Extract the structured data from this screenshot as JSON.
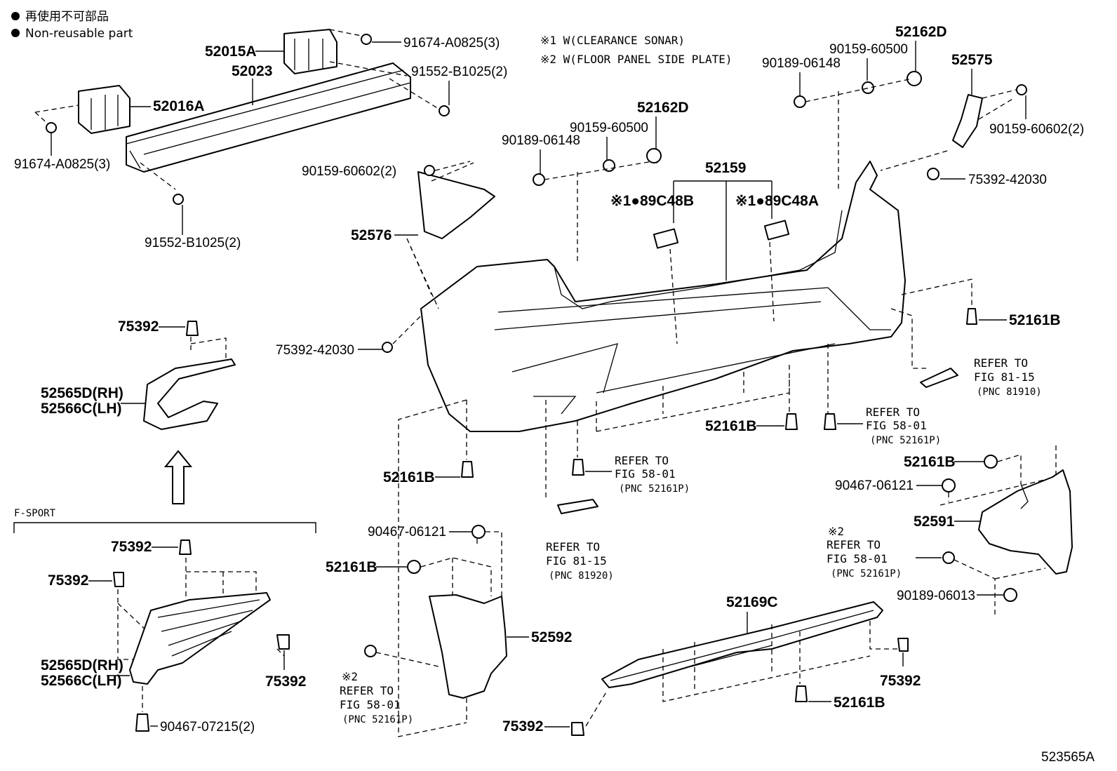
{
  "legend": {
    "dot_jp": "再使用不可部品",
    "dot_en": "Non-reusable part"
  },
  "notes": {
    "n1": "※1 W(CLEARANCE SONAR)",
    "n2": "※2 W(FLOOR PANEL SIDE PLATE)"
  },
  "section_label": "F-SPORT",
  "figure_id": "523565A",
  "parts": {
    "p52015A": "52015A",
    "p52023": "52023",
    "p52016A": "52016A",
    "p91674_top": "91674-A0825(3)",
    "p91674_left": "91674-A0825(3)",
    "p91552_top": "91552-B1025(2)",
    "p91552_bottom": "91552-B1025(2)",
    "p52162D_a": "52162D",
    "p52162D_b": "52162D",
    "p90159_60500_a": "90159-60500",
    "p90159_60500_b": "90159-60500",
    "p90189_06148_a": "90189-06148",
    "p90189_06148_b": "90189-06148",
    "p52575": "52575",
    "p90159_60602_right": "90159-60602(2)",
    "p90159_60602_left": "90159-60602(2)",
    "p75392_42030_right": "75392-42030",
    "p75392_42030_left": "75392-42030",
    "p52576": "52576",
    "p52159": "52159",
    "p89C48B": "※1●89C48B",
    "p89C48A": "※1●89C48A",
    "p52161B_1": "52161B",
    "p52161B_2": "52161B",
    "p52161B_3": "52161B",
    "p52161B_4": "52161B",
    "p52161B_5": "52161B",
    "p52161B_6": "52161B",
    "p75392_a": "75392",
    "p75392_b": "75392",
    "p75392_c": "75392",
    "p75392_d": "75392",
    "p75392_e": "75392",
    "p75392_f": "75392",
    "p52565D_a": "52565D(RH)",
    "p52566C_a": "52566C(LH)",
    "p52565D_b": "52565D(RH)",
    "p52566C_b": "52566C(LH)",
    "p90467_07215": "90467-07215(2)",
    "p90467_06121_a": "90467-06121",
    "p90467_06121_b": "90467-06121",
    "p52592": "52592",
    "p52591": "52591",
    "p52169C": "52169C",
    "p90189_06013": "90189-06013"
  },
  "refs": {
    "r1": [
      "REFER TO",
      "FIG 81-15",
      "(PNC 81910)"
    ],
    "r2": [
      "REFER TO",
      "FIG 58-01",
      "(PNC 52161P)"
    ],
    "r3": [
      "REFER TO",
      "FIG 58-01",
      "(PNC 52161P)"
    ],
    "r4": [
      "REFER TO",
      "FIG 81-15",
      "(PNC 81920)"
    ],
    "r5": [
      "※2",
      "REFER TO",
      "FIG 58-01",
      "(PNC 52161P)"
    ],
    "r6": [
      "※2",
      "REFER TO",
      "FIG 58-01",
      "(PNC 52161P)"
    ]
  }
}
